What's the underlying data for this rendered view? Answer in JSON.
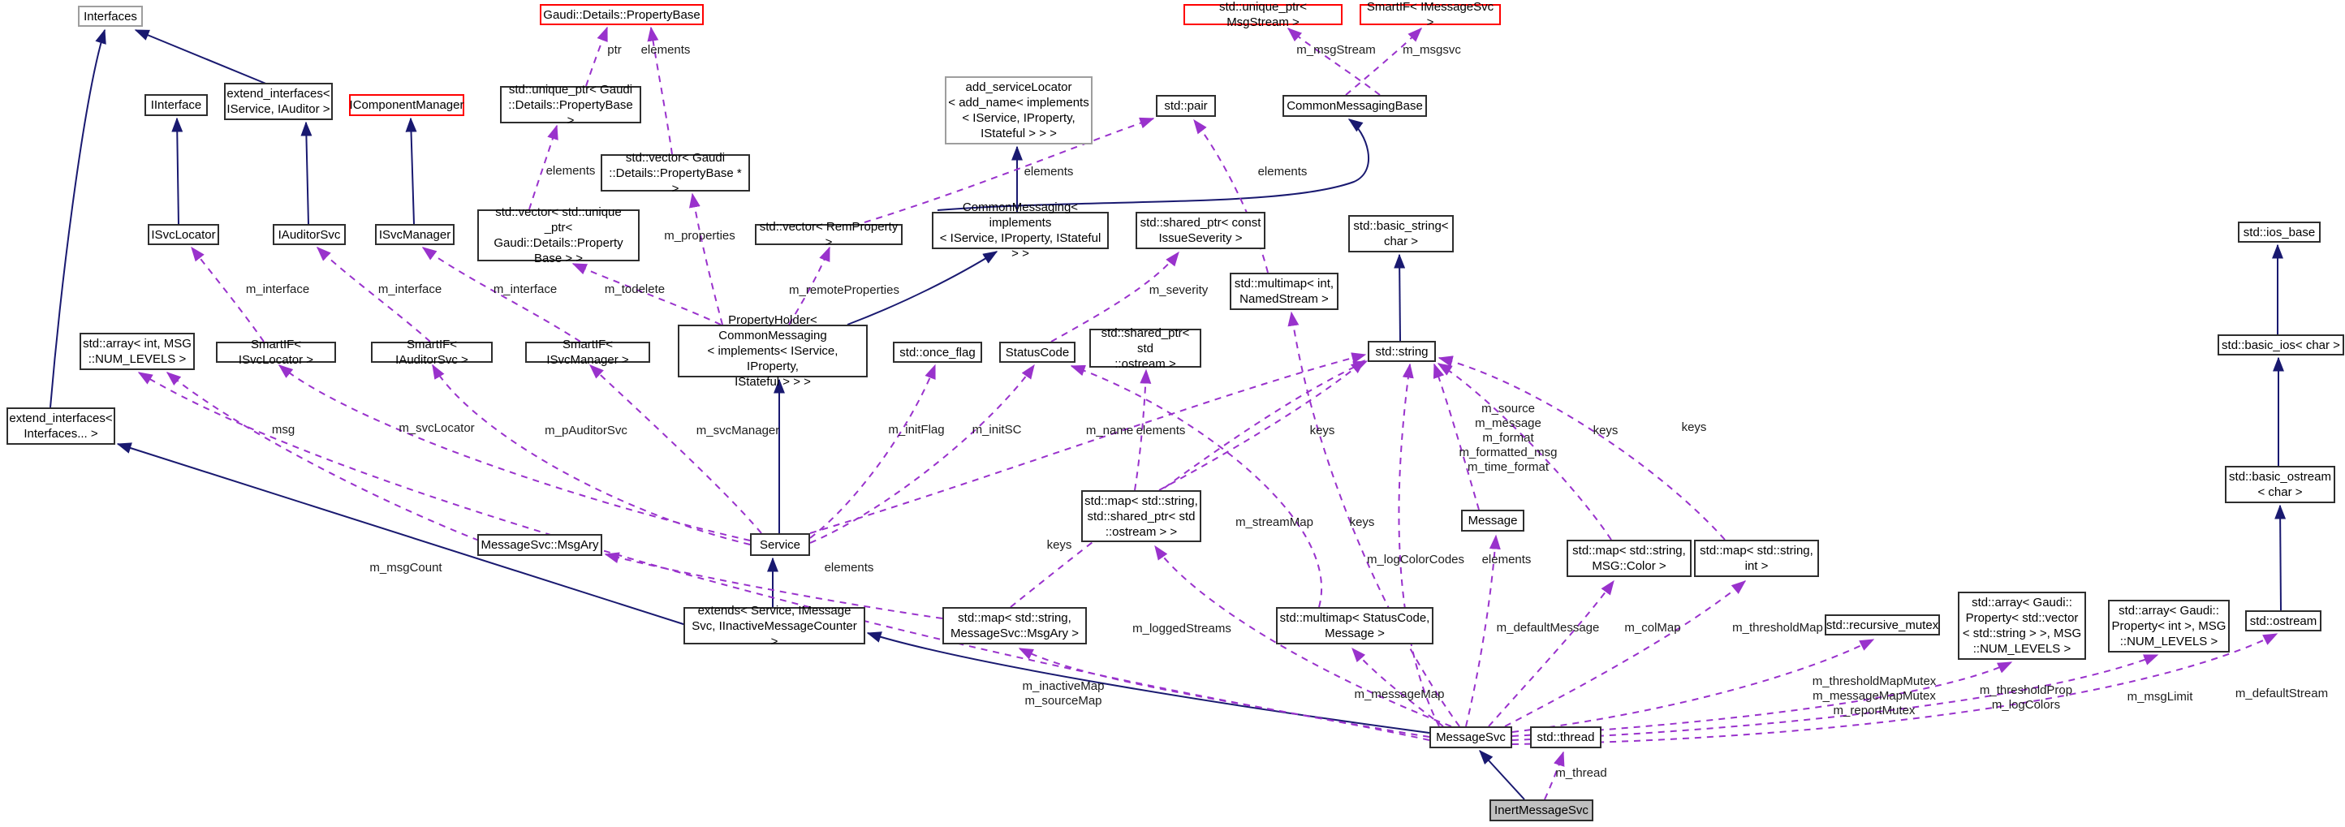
{
  "diagram": {
    "type": "doxygen-collaboration-graph",
    "main_class": "InertMessageSvc"
  },
  "colors": {
    "inheritance_edge": "#191970",
    "usage_edge": "#9932cc",
    "node_border": "#2e2e2e",
    "highlight_border": "#ff0000",
    "truncated_border": "#9e9e9e",
    "current_node_fill": "#bfbfbf"
  },
  "nodes": [
    {
      "id": "interfaces",
      "label": "Interfaces"
    },
    {
      "id": "gaudi-details-propertybase",
      "label": "Gaudi::Details::PropertyBase"
    },
    {
      "id": "std-unique-ptr-msgstream",
      "label": "std::unique_ptr< MsgStream >"
    },
    {
      "id": "smartif-imessagesvc",
      "label": "SmartIF< IMessageSvc >"
    },
    {
      "id": "iinterface",
      "label": "IInterface"
    },
    {
      "id": "extend-interfaces-iservice-iauditor",
      "label": "extend_interfaces<\nIService, IAuditor >"
    },
    {
      "id": "icomponentmanager",
      "label": "IComponentManager"
    },
    {
      "id": "std-unique-ptr-gaudi-propertybase",
      "label": "std::unique_ptr< Gaudi\n::Details::PropertyBase >"
    },
    {
      "id": "add-servicelocator",
      "label": "add_serviceLocator\n< add_name< implements\n< IService, IProperty,\nIStateful > > >"
    },
    {
      "id": "std-pair",
      "label": "std::pair"
    },
    {
      "id": "commonmessagingbase",
      "label": "CommonMessagingBase"
    },
    {
      "id": "std-vector-gaudi-propertybase-ptr",
      "label": "std::vector< Gaudi\n::Details::PropertyBase * >"
    },
    {
      "id": "isvclocator",
      "label": "ISvcLocator"
    },
    {
      "id": "iauditorsvc",
      "label": "IAuditorSvc"
    },
    {
      "id": "isvcmanager",
      "label": "ISvcManager"
    },
    {
      "id": "std-vector-unique-ptr-propertybase",
      "label": "std::vector< std::unique\n_ptr< Gaudi::Details::Property\nBase > >"
    },
    {
      "id": "std-vector-remproperty",
      "label": "std::vector< RemProperty >"
    },
    {
      "id": "commonmessaging-implements",
      "label": "CommonMessaging< implements\n< IService, IProperty, IStateful > >"
    },
    {
      "id": "std-shared-ptr-const-issueseverity",
      "label": "std::shared_ptr< const\nIssueSeverity >"
    },
    {
      "id": "std-multimap-int-namedstream",
      "label": "std::multimap< int,\nNamedStream >"
    },
    {
      "id": "std-basic-string-char",
      "label": "std::basic_string<\nchar >"
    },
    {
      "id": "std-ios-base",
      "label": "std::ios_base"
    },
    {
      "id": "std-array-int-msg-num-levels",
      "label": "std::array< int, MSG\n::NUM_LEVELS >"
    },
    {
      "id": "smartif-isvclocator",
      "label": "SmartIF< ISvcLocator >"
    },
    {
      "id": "smartif-iauditorsvc",
      "label": "SmartIF< IAuditorSvc >"
    },
    {
      "id": "smartif-isvcmanager",
      "label": "SmartIF< ISvcManager >"
    },
    {
      "id": "propertyholder-commonmessaging",
      "label": "PropertyHolder< CommonMessaging\n< implements< IService, IProperty,\nIStateful > > >"
    },
    {
      "id": "std-once-flag",
      "label": "std::once_flag"
    },
    {
      "id": "statuscode",
      "label": "StatusCode"
    },
    {
      "id": "std-shared-ptr-std-ostream",
      "label": "std::shared_ptr< std\n::ostream >"
    },
    {
      "id": "std-string",
      "label": "std::string"
    },
    {
      "id": "std-basic-ios-char",
      "label": "std::basic_ios< char >"
    },
    {
      "id": "extend-interfaces-interfaces",
      "label": "extend_interfaces<\nInterfaces... >"
    },
    {
      "id": "messagesvc-msgary",
      "label": "MessageSvc::MsgAry"
    },
    {
      "id": "service",
      "label": "Service"
    },
    {
      "id": "std-map-string-shared-ptr-ostream",
      "label": "std::map< std::string,\nstd::shared_ptr< std\n::ostream > >"
    },
    {
      "id": "message",
      "label": "Message"
    },
    {
      "id": "std-basic-ostream-char",
      "label": "std::basic_ostream\n< char >"
    },
    {
      "id": "std-map-string-msg-color",
      "label": "std::map< std::string,\nMSG::Color >"
    },
    {
      "id": "std-map-string-int",
      "label": "std::map< std::string,\nint >"
    },
    {
      "id": "extends-service-imessagesvc",
      "label": "extends< Service, IMessage\nSvc, IInactiveMessageCounter >"
    },
    {
      "id": "std-map-string-messagesvc-msgary",
      "label": "std::map< std::string,\nMessageSvc::MsgAry >"
    },
    {
      "id": "std-multimap-statuscode-message",
      "label": "std::multimap< StatusCode,\nMessage >"
    },
    {
      "id": "std-recursive-mutex",
      "label": "std::recursive_mutex"
    },
    {
      "id": "std-array-gaudi-property-vector-string",
      "label": "std::array< Gaudi::\nProperty< std::vector\n< std::string > >, MSG\n::NUM_LEVELS >"
    },
    {
      "id": "std-array-gaudi-property-int",
      "label": "std::array< Gaudi::\nProperty< int >, MSG\n::NUM_LEVELS >"
    },
    {
      "id": "std-ostream",
      "label": "std::ostream"
    },
    {
      "id": "messagesvc",
      "label": "MessageSvc"
    },
    {
      "id": "std-thread",
      "label": "std::thread"
    },
    {
      "id": "inertmessagesvc",
      "label": "InertMessageSvc"
    }
  ],
  "edge_labels": [
    {
      "id": "ptr",
      "text": "ptr"
    },
    {
      "id": "elements-propertybase-from-uniqueptr",
      "text": "elements"
    },
    {
      "id": "m-msgstream",
      "text": "m_msgStream"
    },
    {
      "id": "m-msgsvc",
      "text": "m_msgsvc"
    },
    {
      "id": "elements-uniqueptr-from-vector",
      "text": "elements"
    },
    {
      "id": "elements-pair-left",
      "text": "elements"
    },
    {
      "id": "elements-pair-right",
      "text": "elements"
    },
    {
      "id": "m-properties",
      "text": "m_properties"
    },
    {
      "id": "m-interface-1",
      "text": "m_interface"
    },
    {
      "id": "m-interface-2",
      "text": "m_interface"
    },
    {
      "id": "m-interface-3",
      "text": "m_interface"
    },
    {
      "id": "m-todelete",
      "text": "m_todelete"
    },
    {
      "id": "m-remoteproperties",
      "text": "m_remoteProperties"
    },
    {
      "id": "m-severity",
      "text": "m_severity"
    },
    {
      "id": "msg",
      "text": "msg"
    },
    {
      "id": "m-svclocator",
      "text": "m_svcLocator"
    },
    {
      "id": "m-pauditorsvc",
      "text": "m_pAuditorSvc"
    },
    {
      "id": "m-svcmanager",
      "text": "m_svcManager"
    },
    {
      "id": "m-initflag",
      "text": "m_initFlag"
    },
    {
      "id": "m-initsc",
      "text": "m_initSC"
    },
    {
      "id": "m-name",
      "text": "m_name"
    },
    {
      "id": "elements-sharedptr-ostream",
      "text": "elements"
    },
    {
      "id": "keys-streammap",
      "text": "keys"
    },
    {
      "id": "message-members",
      "text": "m_source\nm_message\nm_format\nm_formatted_msg\nm_time_format"
    },
    {
      "id": "keys-colmap",
      "text": "keys"
    },
    {
      "id": "keys-thresholdmap",
      "text": "keys"
    },
    {
      "id": "m-msgcount",
      "text": "m_msgCount"
    },
    {
      "id": "elements-msgary",
      "text": "elements"
    },
    {
      "id": "keys-msgarymap",
      "text": "keys"
    },
    {
      "id": "m-streammap",
      "text": "m_streamMap"
    },
    {
      "id": "keys-multimap-statuscode",
      "text": "keys"
    },
    {
      "id": "m-logcolorcodes",
      "text": "m_logColorCodes"
    },
    {
      "id": "elements-message",
      "text": "elements"
    },
    {
      "id": "m-loggedstreams",
      "text": "m_loggedStreams"
    },
    {
      "id": "m-defaultmessage",
      "text": "m_defaultMessage"
    },
    {
      "id": "m-colmap",
      "text": "m_colMap"
    },
    {
      "id": "m-thresholdmap",
      "text": "m_thresholdMap"
    },
    {
      "id": "inactive-source-maps",
      "text": "m_inactiveMap\nm_sourceMap"
    },
    {
      "id": "m-messagemap",
      "text": "m_messageMap"
    },
    {
      "id": "mutexes",
      "text": "m_thresholdMapMutex\nm_messageMapMutex\nm_reportMutex"
    },
    {
      "id": "thresholdprop-logcolors",
      "text": "m_thresholdProp\nm_logColors"
    },
    {
      "id": "m-msglimit",
      "text": "m_msgLimit"
    },
    {
      "id": "m-defaultstream",
      "text": "m_defaultStream"
    },
    {
      "id": "m-thread",
      "text": "m_thread"
    }
  ]
}
